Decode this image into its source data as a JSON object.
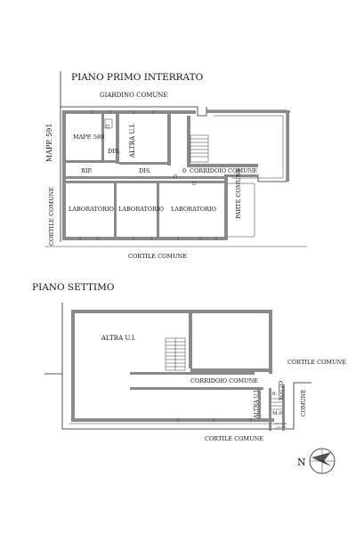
{
  "sheet": {
    "upper_plan": {
      "title": "PIANO PRIMO INTERRATO",
      "labels": {
        "garden": "GIARDINO COMUNE",
        "map_side": "MAPP. 591",
        "map_room": "MAPP. 589",
        "other_unit": "ALTRA U.I.",
        "dis_a": "DIS.",
        "dis_b": "DIS.",
        "rip": "RIP.",
        "corridor": "CORRIDOIO COMUNE",
        "corridor_mark": "0",
        "lab_1": "LABORATORIO",
        "lab_2": "LABORATORIO",
        "lab_3": "LABORATORIO",
        "part_common": "PARTE COMUNE",
        "yard_left": "CORTILE COMUNE",
        "yard_bottom": "CORTILE COMUNE"
      }
    },
    "lower_plan": {
      "title": "PIANO SETTIMO",
      "labels": {
        "other_unit": "ALTRA U.I.",
        "corridor": "CORRIDOIO COMUNE",
        "yard_right": "CORTILE COMUNE",
        "common_right": "COMUNE",
        "other_unit_small": "ALTRA U.I.",
        "sotto": "SOTTO",
        "dim_1": "0.",
        "dim_2": "M.0",
        "yard_bottom": "CORTILE COMUNE"
      }
    },
    "compass": {
      "north_label": "N"
    }
  }
}
